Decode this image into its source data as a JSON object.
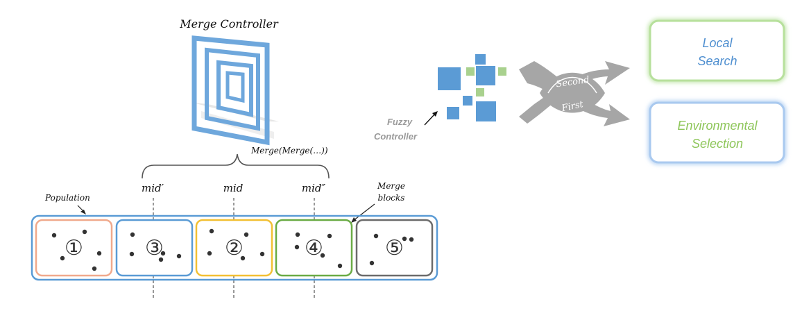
{
  "merge_controller": {
    "title": "Merge Controller"
  },
  "merge_formula": "Merge(Merge(…))",
  "mid_labels": {
    "left": "mid′",
    "center": "mid",
    "right": "mid″"
  },
  "population_label": "Population",
  "merge_blocks_label": {
    "line1": "Merge",
    "line2": "blocks"
  },
  "blocks": [
    {
      "number": "①",
      "color": "#f0a98c"
    },
    {
      "number": "③",
      "color": "#5a9bd5"
    },
    {
      "number": "②",
      "color": "#f2c033"
    },
    {
      "number": "④",
      "color": "#6aab45"
    },
    {
      "number": "⑤",
      "color": "#6b6b6b"
    }
  ],
  "fuzzy_controller": {
    "line1": "Fuzzy",
    "line2": "Controller"
  },
  "crossing_arrow": {
    "upper": "Second",
    "lower": "First"
  },
  "local_search": {
    "line1": "Local",
    "line2": "Search"
  },
  "environmental_selection": {
    "line1": "Environmental",
    "line2": "Selection"
  },
  "colors": {
    "blue": "#5a9bd5",
    "green": "#a8d58a",
    "grey_arrow": "#a6a6a6",
    "env_text": "#8ec65a",
    "local_text": "#4f8fd0"
  }
}
